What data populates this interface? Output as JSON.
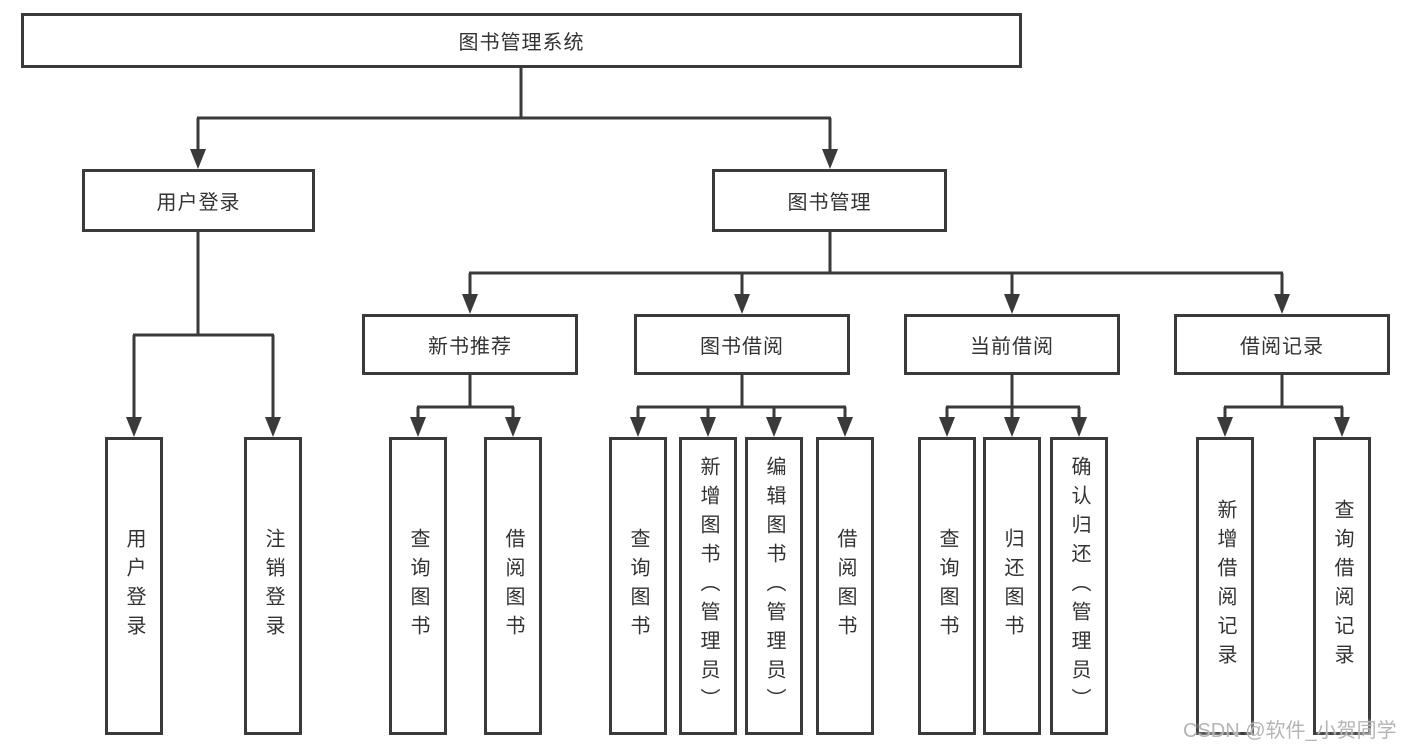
{
  "diagram": {
    "type": "hierarchy-tree",
    "nodes": {
      "root": "图书管理系统",
      "user_login_branch": "用户登录",
      "book_mgmt_branch": "图书管理",
      "new_books": "新书推荐",
      "book_borrow": "图书借阅",
      "current_borrow": "当前借阅",
      "borrow_records": "借阅记录",
      "leaves": {
        "user_login": "用户登录",
        "logout": "注销登录",
        "nb_query_books": "查询图书",
        "nb_borrow_books": "借阅图书",
        "bb_query_books": "查询图书",
        "bb_add_books": "新增图书（管理员）",
        "bb_edit_books": "编辑图书（管理员）",
        "bb_borrow_books": "借阅图书",
        "cb_query_books": "查询图书",
        "cb_return_books": "归还图书",
        "cb_confirm_return": "确认归还（管理员）",
        "br_add_record": "新增借阅记录",
        "br_query_record": "查询借阅记录"
      }
    },
    "edges": [
      "图书管理系统→用户登录",
      "图书管理系统→图书管理",
      "用户登录→用户登录",
      "用户登录→注销登录",
      "图书管理→新书推荐",
      "图书管理→图书借阅",
      "图书管理→当前借阅",
      "图书管理→借阅记录",
      "新书推荐→查询图书",
      "新书推荐→借阅图书",
      "图书借阅→查询图书",
      "图书借阅→新增图书（管理员）",
      "图书借阅→编辑图书（管理员）",
      "图书借阅→借阅图书",
      "当前借阅→查询图书",
      "当前借阅→归还图书",
      "当前借阅→确认归还（管理员）",
      "借阅记录→新增借阅记录",
      "借阅记录→查询借阅记录"
    ]
  },
  "watermark": "CSDN @软件_小贺同学",
  "colors": {
    "line": "#3a3a3a",
    "text": "#333333",
    "node_background": "#ffffff",
    "page_background": "#ffffff",
    "watermark": "#b5b5b5"
  }
}
